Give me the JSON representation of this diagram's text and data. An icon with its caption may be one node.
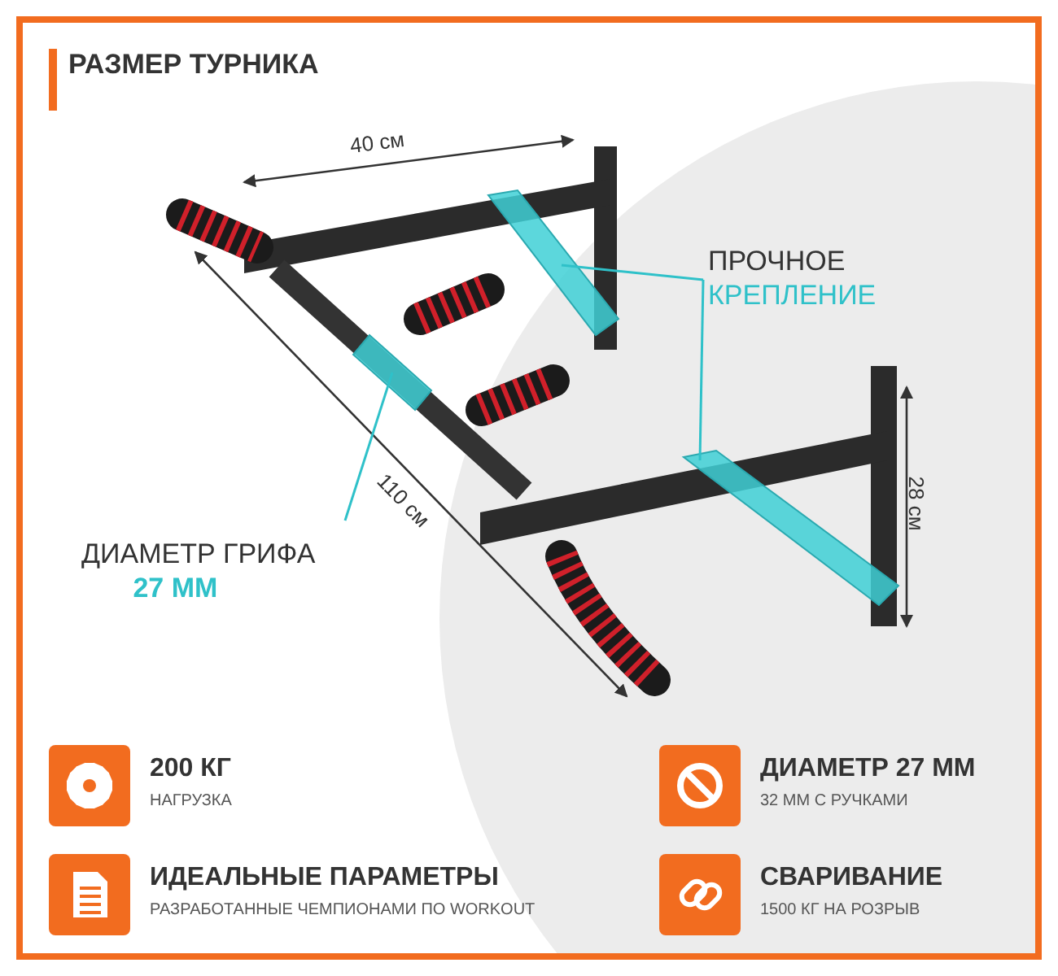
{
  "diagram": {
    "title": "РАЗМЕР ТУРНИКА",
    "nodes": [
      {
        "text": [
          "ПРОЧНОЕ",
          "КРЕПЛЕНИЕ"
        ]
      },
      {
        "text": [],
        "shape": "picture"
      },
      {
        "text": [],
        "shape": "picture"
      },
      {
        "text": [
          "ДИАМЕТР ГРИФА",
          "27 ММ"
        ]
      },
      {
        "text": [],
        "shape": "picture"
      }
    ],
    "edges": [
      {
        "from": 0,
        "to": 1,
        "arrow": "none"
      },
      {
        "from": 0,
        "to": 2,
        "arrow": "none"
      },
      {
        "from": 3,
        "to": 4,
        "arrow": "none"
      }
    ],
    "labels": [
      "40 см",
      "110 см",
      "28 см",
      "200 КГ",
      "НАГРУЗКА",
      "ДИАМЕТР 27 ММ",
      "32 ММ С РУЧКАМИ",
      "ИДЕАЛЬНЫЕ ПАРАМЕТРЫ",
      "РАЗРАБОТАННЫЕ ЧЕМПИОНАМИ ПО WORKOUT",
      "СВАРИВАНИЕ",
      "1500 КГ НА РОЗРЫВ"
    ]
  }
}
